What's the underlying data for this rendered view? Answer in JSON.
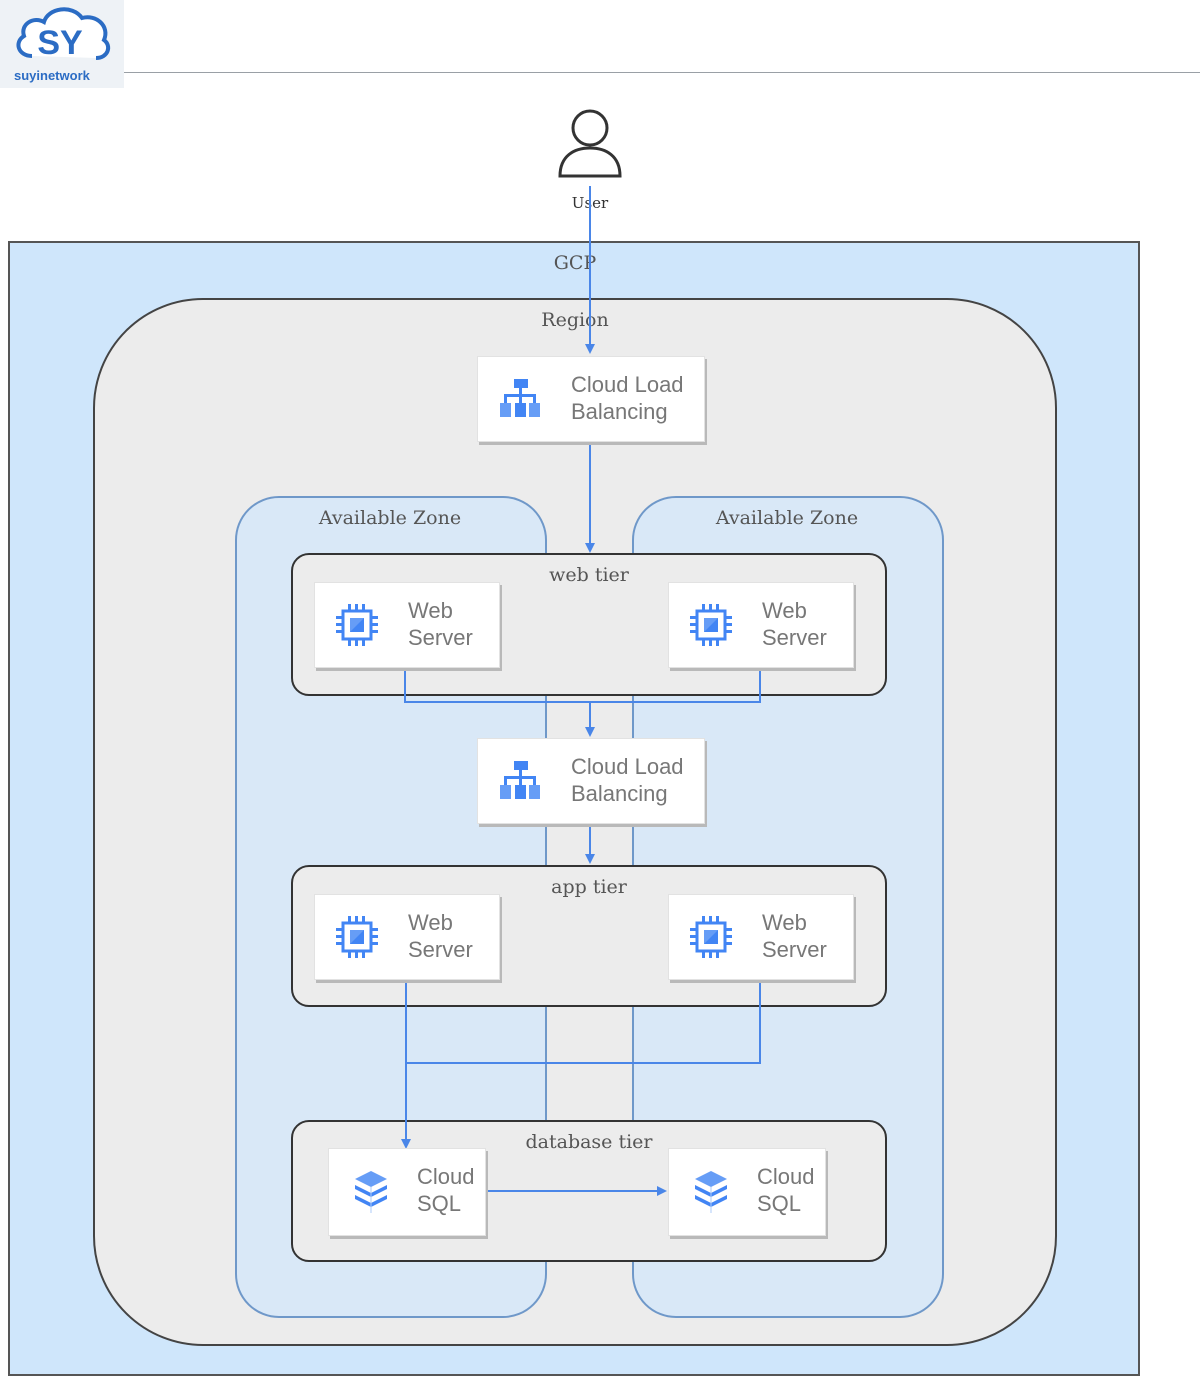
{
  "brand": {
    "logo_text": "suyinetwork",
    "logo_letters": "SY"
  },
  "colors": {
    "gcp_bg": "#cfe6fb",
    "region_bg": "#ececec",
    "zone_bg": "#d9e8f7",
    "zone_border": "#6f98c9",
    "arrow": "#4a86e8",
    "icon_blue": "#4285f4"
  },
  "user": {
    "label": "User",
    "icon": "person-icon"
  },
  "containers": {
    "gcp": "GCP",
    "region": "Region",
    "zone_left": "Available Zone",
    "zone_right": "Available Zone"
  },
  "tiers": {
    "web": "web tier",
    "app": "app tier",
    "database": "database tier"
  },
  "load_balancers": [
    {
      "line1": "Cloud Load",
      "line2": "Balancing",
      "icon": "load-balancer-icon"
    },
    {
      "line1": "Cloud Load",
      "line2": "Balancing",
      "icon": "load-balancer-icon"
    }
  ],
  "web_servers": [
    {
      "line1": "Web",
      "line2": "Server",
      "icon": "compute-chip-icon"
    },
    {
      "line1": "Web",
      "line2": "Server",
      "icon": "compute-chip-icon"
    }
  ],
  "app_servers": [
    {
      "line1": "Web",
      "line2": "Server",
      "icon": "compute-chip-icon"
    },
    {
      "line1": "Web",
      "line2": "Server",
      "icon": "compute-chip-icon"
    }
  ],
  "databases": [
    {
      "line1": "Cloud",
      "line2": "SQL",
      "icon": "cloud-sql-icon"
    },
    {
      "line1": "Cloud",
      "line2": "SQL",
      "icon": "cloud-sql-icon"
    }
  ]
}
